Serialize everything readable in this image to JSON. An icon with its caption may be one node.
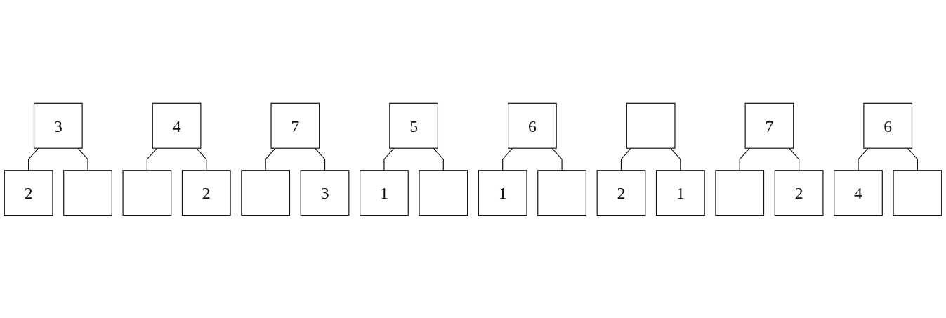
{
  "diagram": {
    "nodes": [
      {
        "text": [
          "3"
        ]
      },
      {
        "text": [
          "2"
        ]
      },
      {
        "text": [],
        "shape": "box"
      },
      {
        "text": [
          "4"
        ]
      },
      {
        "text": [],
        "shape": "box"
      },
      {
        "text": [
          "2"
        ]
      },
      {
        "text": [
          "7"
        ]
      },
      {
        "text": [],
        "shape": "box"
      },
      {
        "text": [
          "3"
        ]
      },
      {
        "text": [
          "5"
        ]
      },
      {
        "text": [
          "1"
        ]
      },
      {
        "text": [],
        "shape": "box"
      },
      {
        "text": [
          "6"
        ]
      },
      {
        "text": [
          "1"
        ]
      },
      {
        "text": [],
        "shape": "box"
      },
      {
        "text": [],
        "shape": "box"
      },
      {
        "text": [
          "2"
        ]
      },
      {
        "text": [
          "1"
        ]
      },
      {
        "text": [
          "7"
        ]
      },
      {
        "text": [],
        "shape": "box"
      },
      {
        "text": [
          "2"
        ]
      },
      {
        "text": [
          "6"
        ]
      },
      {
        "text": [
          "4"
        ]
      },
      {
        "text": [],
        "shape": "box"
      }
    ],
    "edges": [
      {
        "from": 0,
        "to": 1,
        "arrow": "none"
      },
      {
        "from": 0,
        "to": 2,
        "arrow": "none"
      },
      {
        "from": 3,
        "to": 4,
        "arrow": "none"
      },
      {
        "from": 3,
        "to": 5,
        "arrow": "none"
      },
      {
        "from": 6,
        "to": 7,
        "arrow": "none"
      },
      {
        "from": 6,
        "to": 8,
        "arrow": "none"
      },
      {
        "from": 9,
        "to": 10,
        "arrow": "none"
      },
      {
        "from": 9,
        "to": 11,
        "arrow": "none"
      },
      {
        "from": 12,
        "to": 13,
        "arrow": "none"
      },
      {
        "from": 12,
        "to": 14,
        "arrow": "none"
      },
      {
        "from": 15,
        "to": 16,
        "arrow": "none"
      },
      {
        "from": 15,
        "to": 17,
        "arrow": "none"
      },
      {
        "from": 18,
        "to": 19,
        "arrow": "none"
      },
      {
        "from": 18,
        "to": 20,
        "arrow": "none"
      },
      {
        "from": 21,
        "to": 22,
        "arrow": "none"
      },
      {
        "from": 21,
        "to": 23,
        "arrow": "none"
      }
    ]
  }
}
